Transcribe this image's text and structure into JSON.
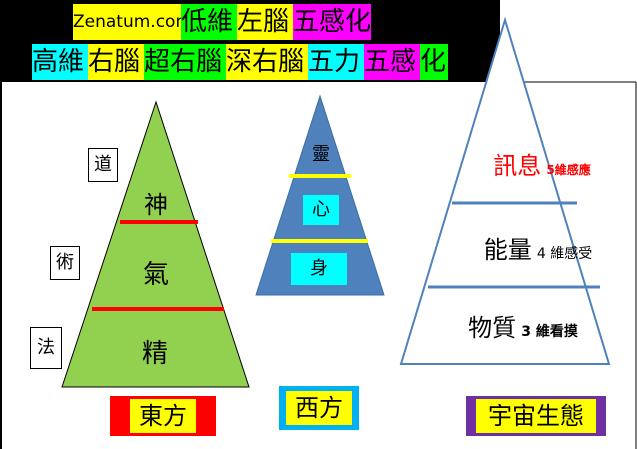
{
  "banner": {
    "row1": [
      {
        "text": "Zenatum.com",
        "bg": "#ffff00"
      },
      {
        "text": "低維",
        "bg": "#00ff00"
      },
      {
        "text": "左腦",
        "bg": "#ffff00"
      },
      {
        "text": "五感化",
        "bg": "#ff00ff"
      }
    ],
    "row2": [
      {
        "text": "高維",
        "bg": "#00ffff"
      },
      {
        "text": "右腦",
        "bg": "#ffff00"
      },
      {
        "text": "超右腦",
        "bg": "#00ff00"
      },
      {
        "text": "深右腦",
        "bg": "#ffff00"
      },
      {
        "text": "五力",
        "bg": "#00ffff"
      },
      {
        "text": "五感",
        "bg": "#ff00ff"
      },
      {
        "text": "化",
        "bg": "#00ff00"
      }
    ]
  },
  "east": {
    "side_labels": [
      "道",
      "術",
      "法"
    ],
    "levels": [
      "神",
      "氣",
      "精"
    ],
    "caption": "東方",
    "fill": "#92d050",
    "divider": "#ff0000",
    "caption_bg": "#ff0000",
    "caption_inner": "#ffff00"
  },
  "west": {
    "levels": [
      "靈",
      "心",
      "身"
    ],
    "caption": "西方",
    "fill": "#4f81bd",
    "divider": "#ffff00",
    "box_bg": "#00ffff",
    "caption_bg": "#00b0f0",
    "caption_inner": "#ffff00"
  },
  "universe": {
    "levels": [
      {
        "main": "訊息",
        "sub": "5維感應",
        "color": "#ff0000"
      },
      {
        "main": "能量",
        "sub": "4 維感受",
        "color": "#000000"
      },
      {
        "main": "物質",
        "sub": "3 維看摸",
        "color": "#000000"
      }
    ],
    "caption": "宇宙生態",
    "outline": "#4f81bd",
    "caption_bg": "#7030a0",
    "caption_inner": "#ffff00"
  }
}
